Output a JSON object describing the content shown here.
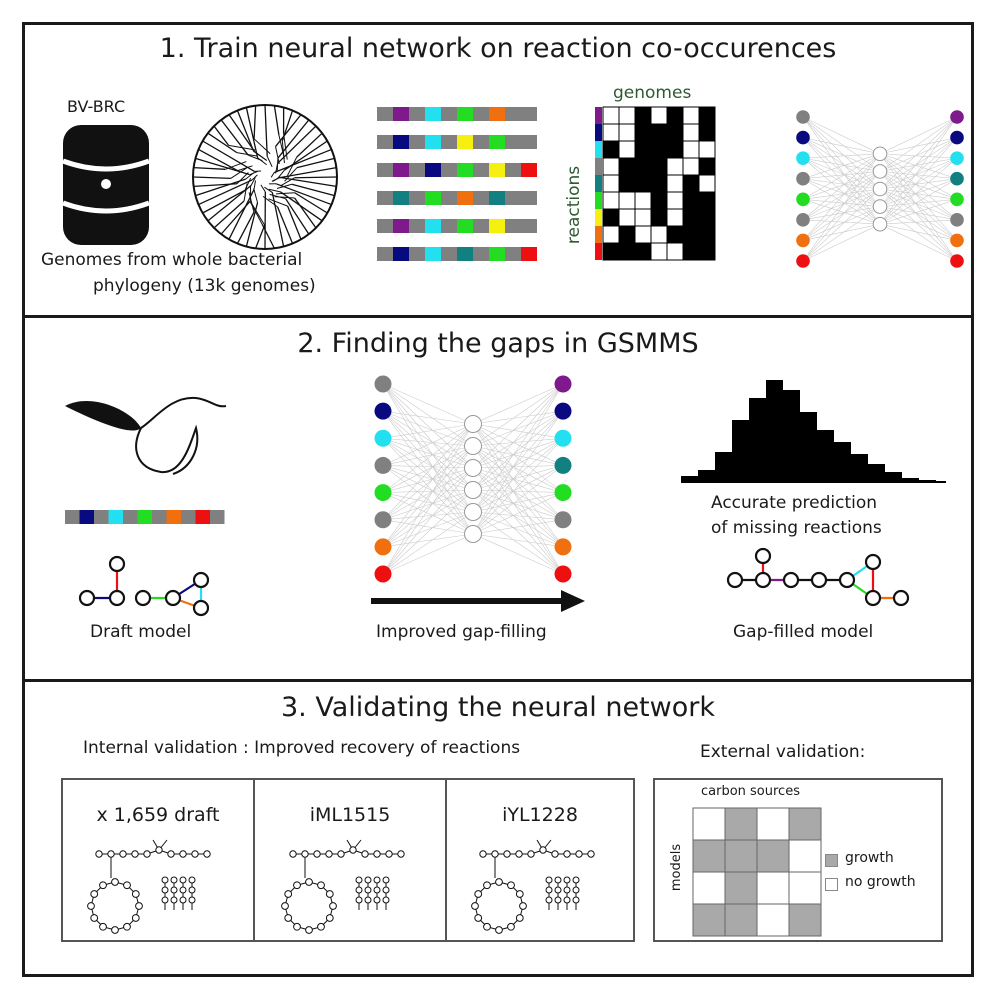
{
  "panel1": {
    "title": "1. Train neural network on reaction co-occurences",
    "db_label": "BV-BRC",
    "caption_line1": "Genomes from whole bacterial",
    "caption_line2": "phylogeny (13k genomes)",
    "matrix_top_label": "genomes",
    "matrix_side_label": "reactions"
  },
  "panel2": {
    "title": "2. Finding the gaps in GSMMS",
    "draft_label": "Draft model",
    "arrow_label": "Improved gap-filling",
    "hist_caption_line1": "Accurate prediction",
    "hist_caption_line2": "of missing reactions",
    "gapfilled_label": "Gap-filled model"
  },
  "panel3": {
    "title": "3. Validating the neural network",
    "internal_label": "Internal validation : Improved recovery of reactions",
    "external_label": "External validation:",
    "internal_cells": [
      "x 1,659 draft",
      "iML1515",
      "iYL1228"
    ],
    "grid_top_label": "carbon sources",
    "grid_side_label": "models",
    "legend_growth": "growth",
    "legend_no_growth": "no growth"
  },
  "colors": {
    "purple": "#7f1a8c",
    "navy": "#0a0a80",
    "cyan": "#22e0f0",
    "gray": "#808080",
    "teal": "#128080",
    "green": "#22dd22",
    "orange": "#f07010",
    "red": "#ee1010",
    "yellow": "#f5f010",
    "growth": "#a9a9a9"
  },
  "icons": [
    "database-icon",
    "phylogeny-tree-icon",
    "bacterium-icon",
    "autoencoder-network-icon",
    "metabolic-network-icon",
    "histogram-icon"
  ]
}
